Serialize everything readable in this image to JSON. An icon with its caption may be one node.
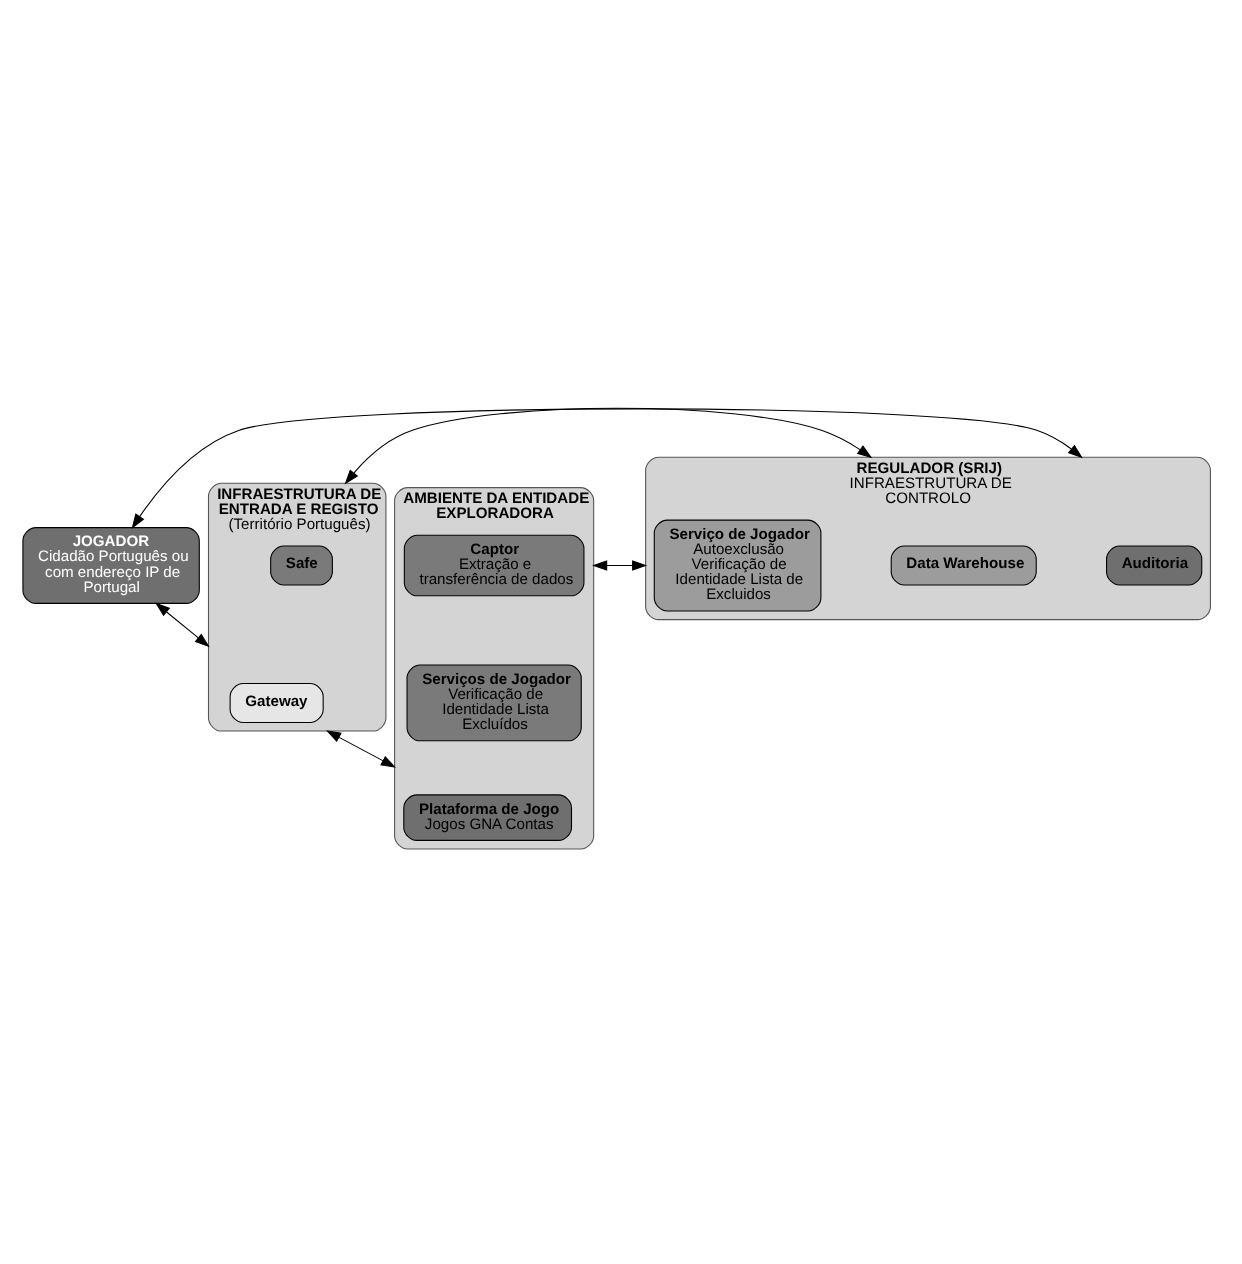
{
  "diagram": {
    "nodes": [
      {
        "text": [
          "JOGADOR",
          "Cidadão Português ou com endereço IP de Portugal"
        ]
      },
      {
        "text": [
          "REGULADOR (SRIJ)",
          "INFRAESTRUTURA DE CONTROLO"
        ]
      },
      {
        "text": [
          "Auditoria"
        ],
        "in": 1
      },
      {
        "text": [
          "Data Warehouse"
        ],
        "in": 1
      },
      {
        "text": [
          "Serviço de Jogador",
          "Autoexclusão Verificação de Identidade Lista de Excluidos"
        ],
        "in": 1
      },
      {
        "text": [
          "INFRAESTRUTURA DE ENTRADA E REGISTO",
          "(Território Português)"
        ]
      },
      {
        "text": [
          "Gateway"
        ],
        "in": 5
      },
      {
        "text": [
          "Safe"
        ],
        "in": 5
      },
      {
        "text": [
          "AMBIENTE DA ENTIDADE EXPLORADORA"
        ]
      },
      {
        "text": [
          "Plataforma de Jogo",
          "Jogos GNA Contas"
        ],
        "in": 8
      },
      {
        "text": [
          "Captor",
          "Extração e transferência de dados"
        ],
        "in": 8
      },
      {
        "text": [
          "Serviços de Jogador",
          "Verificação de Identidade Lista Excluídos"
        ],
        "in": 8
      }
    ],
    "edges": [
      {
        "from": 0,
        "to": 1,
        "arrow": "both"
      },
      {
        "from": 0,
        "to": 5,
        "arrow": "both"
      },
      {
        "from": 5,
        "to": 1,
        "arrow": "both"
      },
      {
        "from": 5,
        "to": 8,
        "arrow": "both"
      },
      {
        "from": 8,
        "to": 1,
        "arrow": "both"
      }
    ]
  }
}
